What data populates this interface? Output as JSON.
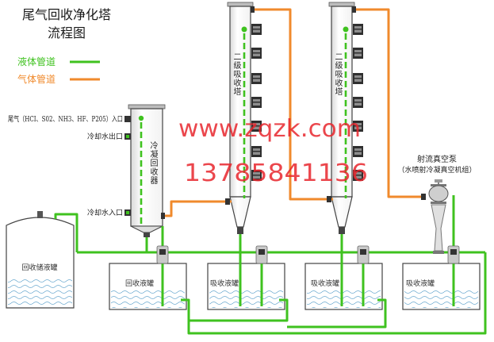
{
  "title": {
    "line1": "尾气回收净化塔",
    "line2": "流程图"
  },
  "legend": {
    "liquid_label": "液体管道",
    "gas_label": "气体管道"
  },
  "inlets": {
    "exhaust_gas": "尾气（HCI、S02、NH3、HF、P205）入口",
    "cooling_water_out": "冷却水出口",
    "cooling_water_in": "冷却水入口"
  },
  "equipment": {
    "condenser": "冷凝回收器",
    "tower_1": "二级吸收塔",
    "tower_2": "二级吸收塔",
    "pump_name": "射流真空泵",
    "pump_subtitle": "（水喷射冷凝真空机组）"
  },
  "tanks": {
    "storage": "回收储液罐",
    "recovery": "回收液罐",
    "absorption_1": "吸收液罐",
    "absorption_2": "吸收液罐",
    "absorption_3": "吸收液罐"
  },
  "watermark": {
    "site": "www.zqzk.com",
    "phone": "13785841136"
  },
  "colors": {
    "liquid_pipe": "#3fc21f",
    "gas_pipe": "#f08a2c",
    "watermark": "#e8262d"
  }
}
